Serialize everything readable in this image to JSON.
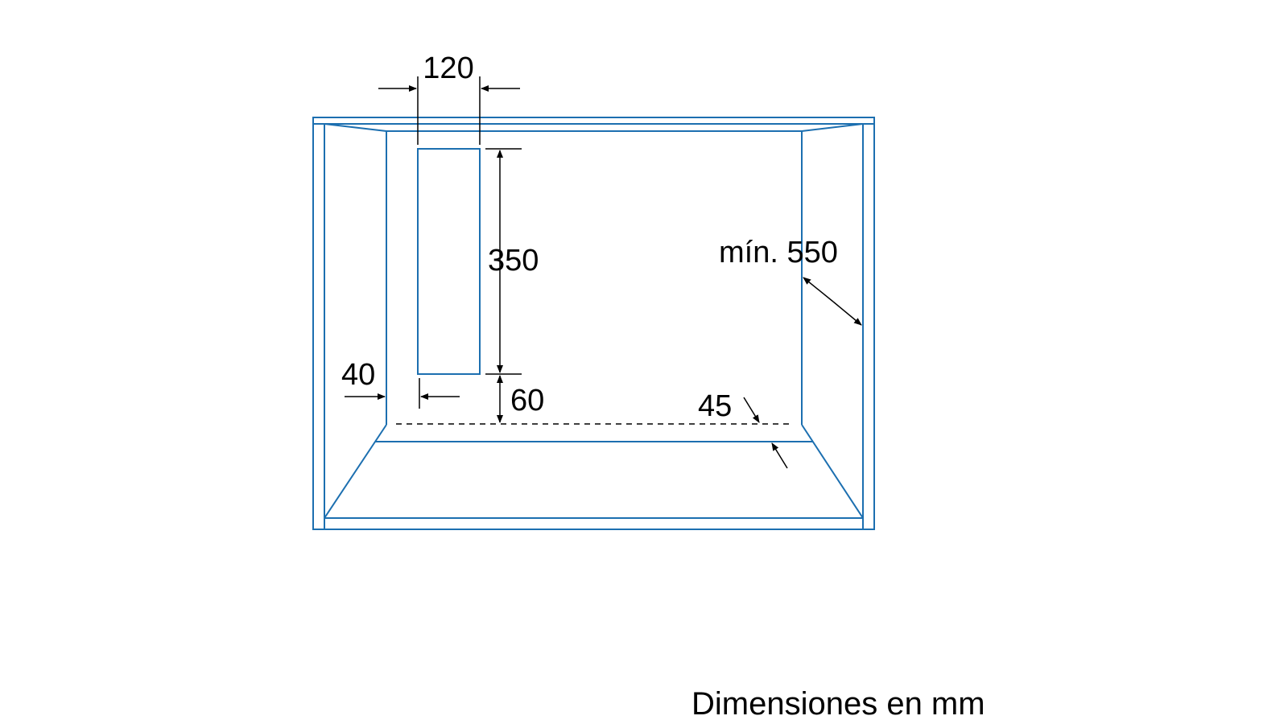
{
  "colors": {
    "outline": "#1c6fb0",
    "dimension": "#000000",
    "background": "#ffffff"
  },
  "dimensions": {
    "width_label": "120",
    "height_label": "350",
    "depth_label": "mín. 550",
    "side_offset_label": "40",
    "bottom_gap_label": "60",
    "front_offset_label": "45"
  },
  "caption": "Dimensiones en mm"
}
